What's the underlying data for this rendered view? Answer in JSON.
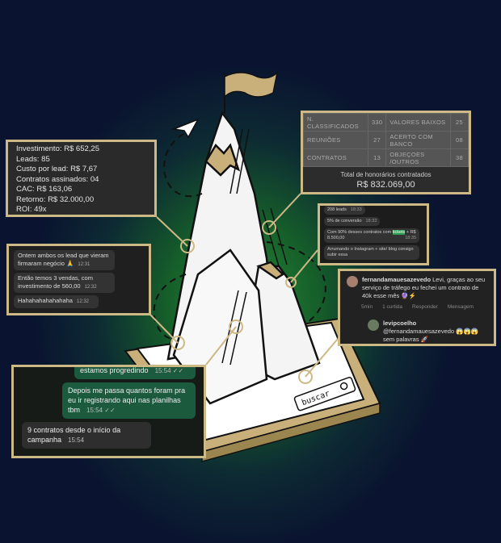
{
  "stats": {
    "rows": [
      {
        "l1": "N. CLASSIFICADOS",
        "v1": "330",
        "l2": "VALORES  BAIXOS",
        "v2": "25"
      },
      {
        "l1": "REUNIÕES",
        "v1": "27",
        "l2": "ACERTO COM BANCO",
        "v2": "08"
      },
      {
        "l1": "CONTRATOS",
        "v1": "13",
        "l2": "OBJEÇOES /OUTROS",
        "v2": "38"
      }
    ],
    "total_label": "Total de honorários contratados",
    "total_value": "R$ 832.069,00"
  },
  "roi": {
    "lines": [
      "Investimento: R$ 652,25",
      "Leads: 85",
      "Custo por lead: R$ 7,67",
      "Contratos assinados: 04",
      "CAC: R$ 163,06",
      "Retorno: R$ 32.000,00",
      "ROI: 49x"
    ]
  },
  "chat_left": {
    "messages": [
      {
        "text": "Ontem ambos os lead que vieram firmaram negócio 🙏",
        "time": "12:31"
      },
      {
        "text": "Então temos 3 vendas, com investimento de 560,00",
        "time": "12:32"
      },
      {
        "text": "Hahahahahahahaha",
        "time": "12:32"
      }
    ]
  },
  "chat_right": {
    "messages": [
      {
        "text": "208 leads",
        "time": "18:33"
      },
      {
        "text": "5% de conversão",
        "time": "18:33"
      },
      {
        "text_a": "Com 90% desses contratos com",
        "hl": "tickets",
        "text_b": "+ R$ 8.500,00",
        "time": "18:35"
      },
      {
        "text": "Arrumando o Instagram + site/ blog consigo subir essa"
      }
    ]
  },
  "insta": {
    "user1": "fernandamauesazevedo",
    "comment1": "Levi, graças ao seu serviço de tráfego eu fechei um contrato de 40k esse mês 🔮⚡",
    "meta": [
      "5min",
      "1 curtida",
      "Responder",
      "Mensagem"
    ],
    "user2": "levipcoelho",
    "comment2": "@fernandamauesazevedo 😱😱😱 sem palavras 🚀"
  },
  "whatsapp": {
    "messages": [
      {
        "text": "estamos progredindo",
        "time": "15:54 ✓✓"
      },
      {
        "text": "Depois me passa quantos foram pra eu ir registrando aqui nas planilhas tbm",
        "time": "15:54 ✓✓"
      },
      {
        "text": "9 contratos desde o início da campanha",
        "time": "15:54"
      }
    ]
  },
  "phone": {
    "search_text": "buscar"
  },
  "colors": {
    "gold": "#cdb985",
    "bg": "#0a1430",
    "green": "#2a8a3a"
  }
}
